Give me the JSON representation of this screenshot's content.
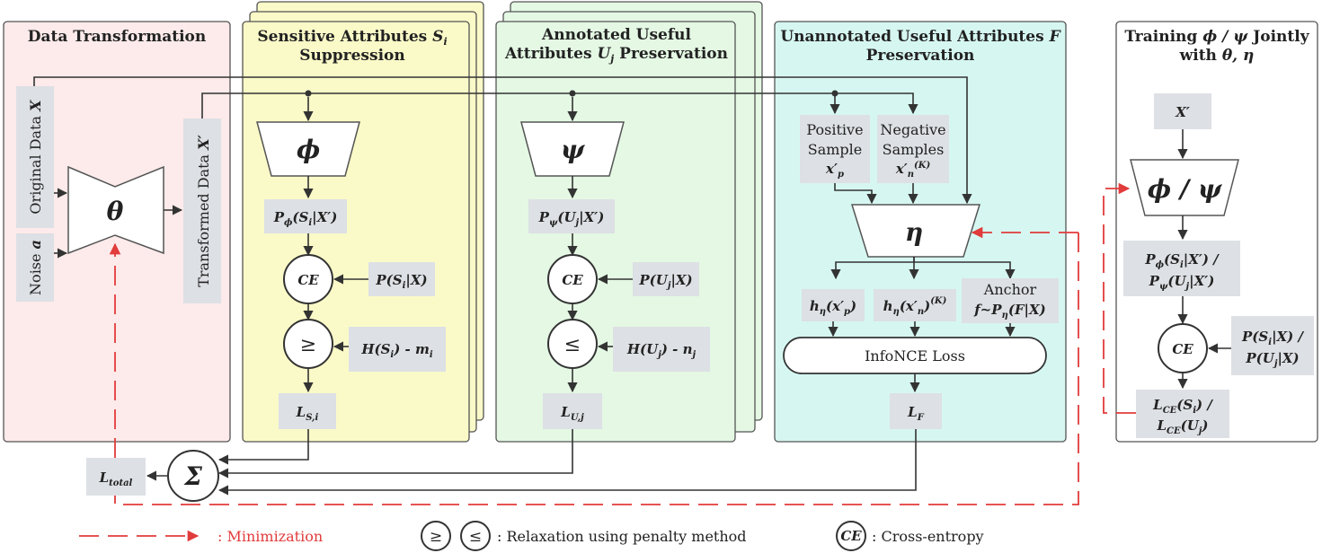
{
  "panels": {
    "data_transformation": "Data Transformation",
    "sensitive_1": "Sensitive Attributes ",
    "sensitive_S": "S",
    "sensitive_i": "i",
    "sensitive_2": "Suppression",
    "annotated_1": "Annotated Useful",
    "annotated_2a": "Attributes ",
    "annotated_U": "U",
    "annotated_j": "j",
    "annotated_2b": " Preservation",
    "unannotated_1": "Unannotated Useful Attributes ",
    "unannotated_F": "F",
    "unannotated_2": "Preservation",
    "training_1": "Training ",
    "training_phipsi": "ϕ / ψ",
    "training_jointly": " Jointly",
    "training_2": "with ",
    "training_theta": "θ, η"
  },
  "transformation": {
    "original_data": "Original Data ",
    "original_X": "X",
    "noise": "Noise ",
    "noise_a": "a",
    "theta": "θ",
    "transformed_data": "Transformed Data ",
    "transformed_X": "X′"
  },
  "sensitive": {
    "phi": "ϕ",
    "p_phi": "P",
    "p_phi_sub": "ϕ",
    "p_phi_arg": "(S",
    "p_phi_arg_sub": "i",
    "p_phi_arg_end": "|X′)",
    "ce": "CE",
    "p_s": "P(S",
    "p_s_sub": "i",
    "p_s_end": "|X)",
    "geq": "≥",
    "h_s": "H(S",
    "h_s_sub": "i",
    "h_s_end": ") - m",
    "h_s_m_sub": "i",
    "loss": "L",
    "loss_sub": "S,i"
  },
  "annotated": {
    "psi": "ψ",
    "p_psi": "P",
    "p_psi_sub": "ψ",
    "p_psi_arg": "(U",
    "p_psi_arg_sub": "j",
    "p_psi_arg_end": "|X′)",
    "ce": "CE",
    "p_u": "P(U",
    "p_u_sub": "j",
    "p_u_end": "|X)",
    "leq": "≤",
    "h_u": "H(U",
    "h_u_sub": "j",
    "h_u_end": ") - n",
    "h_u_n_sub": "j",
    "loss": "L",
    "loss_sub": "U,j"
  },
  "unannotated": {
    "positive_1": "Positive",
    "positive_2": "Sample",
    "positive_x": "x′",
    "positive_sub": "p",
    "negative_1": "Negative",
    "negative_2": "Samples",
    "negative_x": "x′",
    "negative_sub": "n",
    "negative_sup": "(K)",
    "eta": "η",
    "h_p": "h",
    "h_p_sub": "η",
    "h_p_arg": "(x′",
    "h_p_arg_sub": "p",
    "h_p_end": ")",
    "h_n": "h",
    "h_n_sub": "η",
    "h_n_arg": "(x′",
    "h_n_arg_sub": "n",
    "h_n_end": ")",
    "h_n_sup": "(K)",
    "anchor": "Anchor",
    "anchor_f": "f~P",
    "anchor_f_sub": "η",
    "anchor_f_end": "(F|X)",
    "infonce": "InfoNCE Loss",
    "loss": "L",
    "loss_sub": "F"
  },
  "training": {
    "x_prime": "X′",
    "phi_psi": "ϕ / ψ",
    "p1": "P",
    "p1_sub": "ϕ",
    "p1_arg": "(S",
    "p1_arg_sub": "i",
    "p1_end": "|X′) /",
    "p2": "P",
    "p2_sub": "ψ",
    "p2_arg": "(U",
    "p2_arg_sub": "j",
    "p2_end": "|X′)",
    "ce": "CE",
    "t1": "P(S",
    "t1_sub": "i",
    "t1_end": "|X) /",
    "t2": "P(U",
    "t2_sub": "j",
    "t2_end": "|X)",
    "l1": "L",
    "l1_sub": "CE",
    "l1_arg": "(S",
    "l1_arg_sub": "i",
    "l1_end": ") /",
    "l2": "L",
    "l2_sub": "CE",
    "l2_arg": "(U",
    "l2_arg_sub": "j",
    "l2_end": ")"
  },
  "sum": {
    "sigma": "Σ",
    "total": "L",
    "total_sub": "total"
  },
  "legend": {
    "minimization": ": Minimization",
    "geq": "≥",
    "leq": "≤",
    "relaxation": ": Relaxation using penalty method",
    "ce": "CE",
    "cross_entropy": ": Cross-entropy"
  },
  "colors": {
    "panel_pink": "#fdeaea",
    "panel_yellow": "#fafac8",
    "panel_green": "#e4f8e4",
    "panel_cyan": "#d6f7f1",
    "label_gray": "#dde0e4",
    "minimization_red": "#e23b3b"
  }
}
